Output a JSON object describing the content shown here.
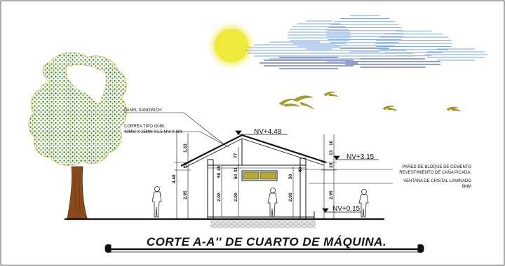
{
  "drawing": {
    "title": "CORTE A-A'' DE CUARTO DE MÁQUINA.",
    "levels": {
      "roof_peak": "NV+4.48",
      "roof_right": "NV+3.15",
      "floor": "NV+0.15"
    },
    "notes": {
      "panel": "PANEL SANDWICH",
      "correa_1": "CORREA TIPO G080.",
      "correa_2": "40MM X 15MM X1.5 MM X 6M.",
      "wall_1": "PARED DE BLOQUE DE CEMENTO",
      "wall_2": "REVESTIMIENTO DE CAÑA PICADA.",
      "window_1": "VENTANA DE CRISTAL LAMINADO",
      "window_2": "6MM"
    },
    "dimensions": {
      "left_total": "4.48",
      "left_lower": "2.95",
      "left_mid": "20",
      "left_top": "1.33",
      "col_a_lower": "2.00",
      "col_a_upper": "50",
      "col_a_top": "45",
      "center_lower": "2.00",
      "center_upper": "50",
      "center_top": "31",
      "center_ridge": "77",
      "col_b_lower": "2.00",
      "col_b_upper": "50",
      "col_b_top": "40",
      "right_lower": "2.95",
      "right_mid": "20",
      "right_top": "13",
      "right_top2": "10"
    },
    "colors": {
      "sun": "#e8e23a",
      "cloud": "#7aa7e0",
      "cloud_dark": "#2e3f9a",
      "tree_foliage": "#2f7a2a",
      "trunk": "#8a4a1a",
      "bird": "#a8a020",
      "line": "#111111"
    }
  }
}
